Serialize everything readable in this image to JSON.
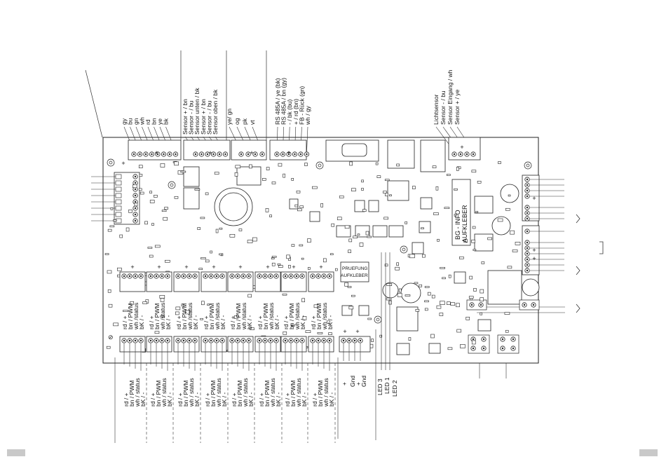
{
  "diagram": {
    "top_groups": [
      [
        "gy",
        "bu",
        "gn",
        "wh",
        "rd",
        "bn",
        "ye",
        "bk"
      ],
      [
        "Sensor + / bn",
        "Sensor - / bu",
        "Sensor unten / bk",
        "Sensor + / bn",
        "Sensor - / bu",
        "Sensor oben / bk"
      ],
      [
        "ye/ gn",
        "og",
        "pk",
        "vt"
      ],
      [
        "RS 485A / ye (bk)",
        "RS 485A / bn (gy)",
        "- / bk      (bu)",
        "+ / rd      (bn)",
        "FB - Rück      (gn)",
        "wh / gy"
      ],
      [
        "Lichtsensor",
        "Sensor - / bu",
        "Sensor Eingang / wh",
        "Sensor + / ye"
      ]
    ],
    "mid_channel_labels": [
      "rd / +",
      "bn / PWM",
      "wh /status",
      "bK / -"
    ],
    "bottom_channel_labels": [
      "rd / +",
      "bn / PWM",
      "wh / status",
      "bK / -"
    ],
    "bottom_power_labels": [
      "+",
      "Gnd",
      "+",
      "Gnd"
    ],
    "led_labels": [
      "LED 3",
      "LED 1",
      "LED 2"
    ],
    "stickers": {
      "info": [
        "BG - INFO",
        "AUFKLEBER"
      ],
      "test": [
        "PRUEFUNG",
        "AUFKLEBER"
      ]
    },
    "plus_sign": "+",
    "ground_sign": "⊘"
  }
}
